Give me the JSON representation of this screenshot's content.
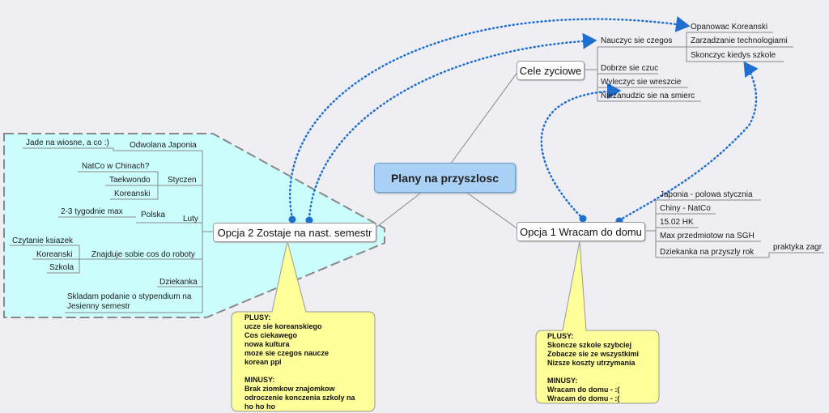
{
  "central": "Plany na przyszlosc",
  "cele": {
    "label": "Cele zyciowe",
    "items": [
      "Nauczyc sie czegos",
      "Dobrze sie czuc",
      "Wyleczyc sie wreszcie",
      "Niezanudzic sie na smierc"
    ],
    "sub": [
      "Opanowac Koreanski",
      "Zarzadzanie technologiami",
      "Skonczyc kiedys szkole"
    ]
  },
  "opcja1": {
    "label": "Opcja 1 Wracam do domu",
    "items": [
      "Japonia - polowa stycznia",
      "Chiny - NatCo",
      "15.02 HK",
      "Max przedmiotow na SGH",
      "Dziekanka na przyszly rok"
    ],
    "extra": "praktyka zagr",
    "note": [
      "PLUSY:",
      "Skoncze szkole szybciej",
      "Zobacze sie ze wszystkimi",
      "Nizsze koszty utrzymania",
      "",
      "MINUSY:",
      "Wracam do domu - :(",
      "Wracam do domu - :("
    ]
  },
  "opcja2": {
    "label": "Opcja 2 Zostaje na nast. semestr",
    "styczen": {
      "label": "Styczen",
      "items": [
        "NatCo w Chinach?",
        "Taekwondo",
        "Koreanski"
      ]
    },
    "odwolana": {
      "label": "Odwolana Japonia",
      "item": "Jade na wiosne, a co :)"
    },
    "luty": {
      "label": "Luty",
      "polska": "Polska",
      "polska_item": "2-3 tygodnie max"
    },
    "roboty": {
      "label": "Znajduje sobie cos do roboty",
      "items": [
        "Czytanie ksiazek",
        "Koreanski",
        "Szkola"
      ]
    },
    "dziekanka": "Dziekanka",
    "podanie": [
      "Skladam podanie o stypendium na",
      "Jesienny semestr"
    ],
    "note": [
      "PLUSY:",
      "ucze sie koreanskiego",
      "Cos ciekawego",
      "nowa kultura",
      "moze sie czegos naucze",
      "korean ppl",
      "",
      "MINUSY:",
      "Brak ziomkow znajomkow",
      "odroczenie konczenia szkoly na",
      "ho ho ho"
    ]
  },
  "colors": {
    "background": "#eeeef3",
    "central_fill": "#a9d0f5",
    "boundary_fill": "#ccfdfd",
    "note_fill": "#ffff99",
    "link": "#1f6fd1"
  }
}
